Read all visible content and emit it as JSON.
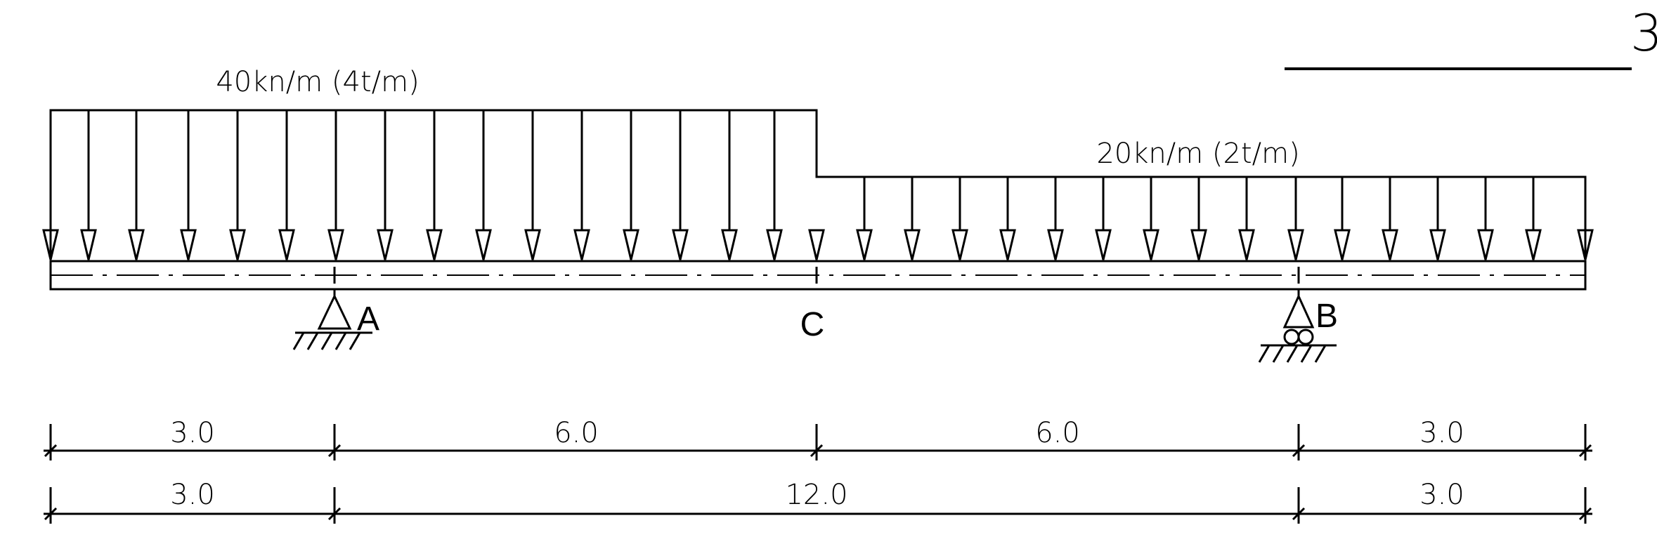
{
  "title": "תרשים מספר 33",
  "loads": {
    "left": "40kn/m (4t/m)",
    "right": "20kn/m (2t/m)"
  },
  "points": {
    "a": "A",
    "b": "B",
    "c": "C"
  },
  "dimensions": {
    "top": [
      "3.0",
      "6.0",
      "6.0",
      "3.0"
    ],
    "bottom": [
      "3.0",
      "12.0",
      "3.0"
    ]
  }
}
